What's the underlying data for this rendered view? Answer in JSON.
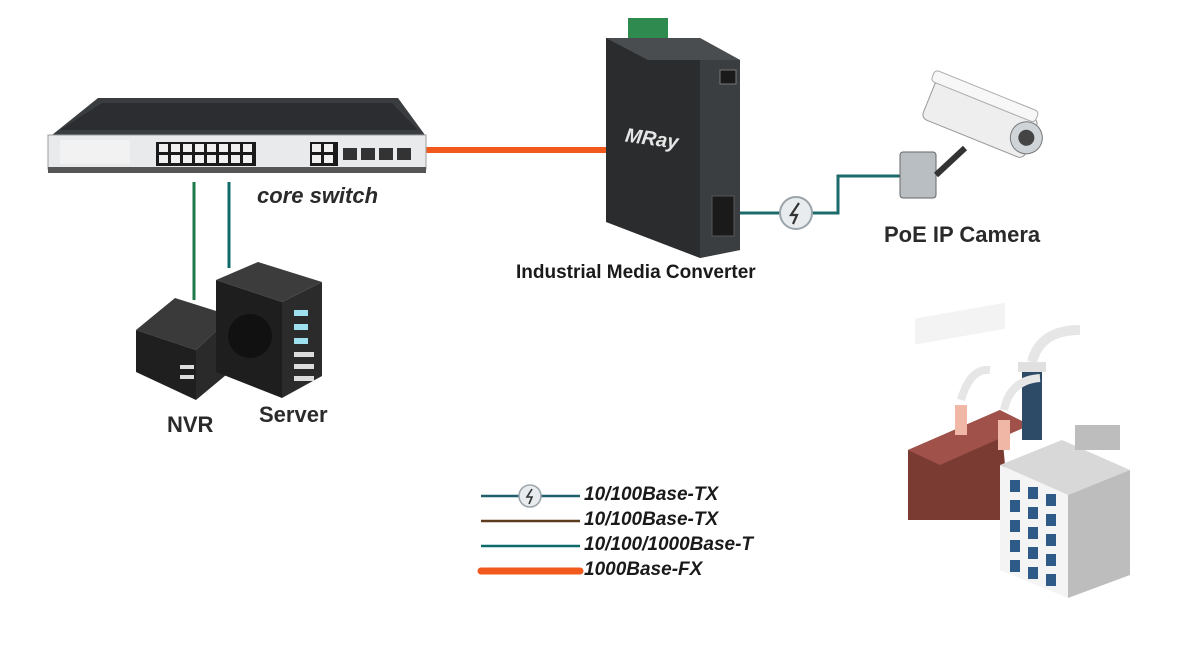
{
  "devices": {
    "core_switch": {
      "label": "core switch"
    },
    "media_converter": {
      "label": "Industrial Media Converter",
      "brand": "MRay"
    },
    "camera": {
      "label": "PoE IP Camera"
    },
    "nvr": {
      "label": "NVR"
    },
    "server": {
      "label": "Server"
    },
    "factory": {
      "label": ""
    }
  },
  "links": [
    {
      "from": "core_switch",
      "to": "media_converter",
      "type": "1000Base-FX"
    },
    {
      "from": "media_converter",
      "to": "camera",
      "type": "10/100Base-TX (PoE)",
      "has_surge_icon": true
    },
    {
      "from": "core_switch",
      "to": "nvr",
      "type": "10/100/1000Base-T"
    },
    {
      "from": "core_switch",
      "to": "server",
      "type": "10/100/1000Base-T"
    }
  ],
  "legend": {
    "items": [
      {
        "label": "10/100Base-TX",
        "color": "#1e5f6b",
        "icon": "surge-protector-icon",
        "style": "thin"
      },
      {
        "label": "10/100Base-TX",
        "color": "#5c3b1e",
        "icon": "",
        "style": "thin"
      },
      {
        "label": "10/100/1000Base-T",
        "color": "#0f6a6a",
        "icon": "",
        "style": "thin"
      },
      {
        "label": "1000Base-FX",
        "color": "#f25a1d",
        "icon": "",
        "style": "thick"
      }
    ]
  },
  "colors": {
    "fiber": "#f25a1d",
    "copper_green": "#1f7a4a",
    "copper_teal": "#0f6a6a",
    "camera_link": "#1e6b6b"
  }
}
